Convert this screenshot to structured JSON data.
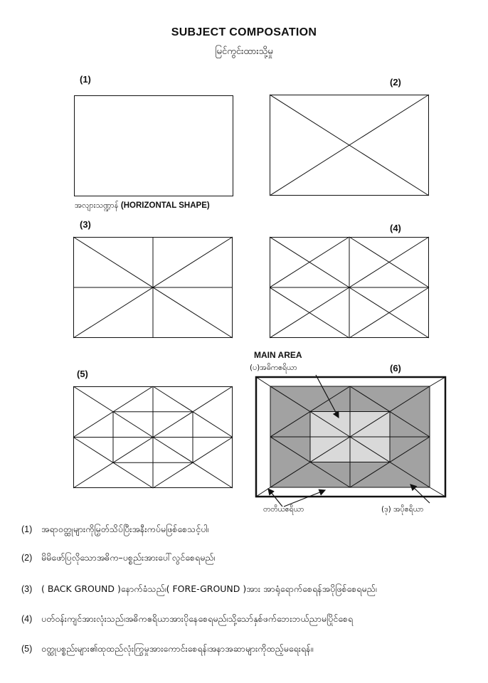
{
  "title": "SUBJECT COMPOSATION",
  "subtitle": "မြင်ကွင်းထားသို့မှု",
  "figures": {
    "f1": {
      "number": "(1)",
      "caption_my": "အလျားသဏ္ဍာန်",
      "caption_en": "(HORIZONTAL   SHAPE)"
    },
    "f2": {
      "number": "(2)"
    },
    "f3": {
      "number": "(3)"
    },
    "f4": {
      "number": "(4)"
    },
    "f5": {
      "number": "(5)"
    },
    "f6": {
      "number": "(6)",
      "main_area": "MAIN AREA",
      "label_primary": "(ပ)အဓိကဧရိယာ",
      "label_tertiary": "တတိယဧရိယာ",
      "label_secondary": "(ဒု) အပိုဧရိယာ",
      "colors": {
        "outer": "#ffffff",
        "secondary": "#a2a2a2",
        "main": "#d9d9d9"
      }
    }
  },
  "notes": [
    {
      "number": "(1)",
      "text": "အရာဝတ္ထုများကိုမြှတ်သိပ်ပြီးအနီးကပ်မဖြစ်စေသင့်ပါ၊"
    },
    {
      "number": "(2)",
      "text": "မိမိဖော်ပြလိုသောအဓိက–ပစ္စည်းအားပေါ်လွင်စေရမည်၊"
    },
    {
      "number": "(3)",
      "text": "( BACK GROUND   )နောက်ခံသည်၊( FORE-GROUND )အား အာရုံရောက်စေရန်အပိုဖြစ်စေရမည်၊"
    },
    {
      "number": "(4)",
      "text": "ပတ်ဝန်းကျင်အားလုံးသည်၊အဓိကဧရိယာအားပိုနေစေရမည်၊သို့သော်နှစ်ဖက်ဘေးဘယ်ညာမပြိုင်စေရ"
    },
    {
      "number": "(5)",
      "text": "ဝတ္ထုပစ္စည်းများ၏ထုထည်လုံးကြွမှုအားကောင်းစေရန်၊အနာအဆာများကိုထည့်မရေးရန်။"
    }
  ]
}
